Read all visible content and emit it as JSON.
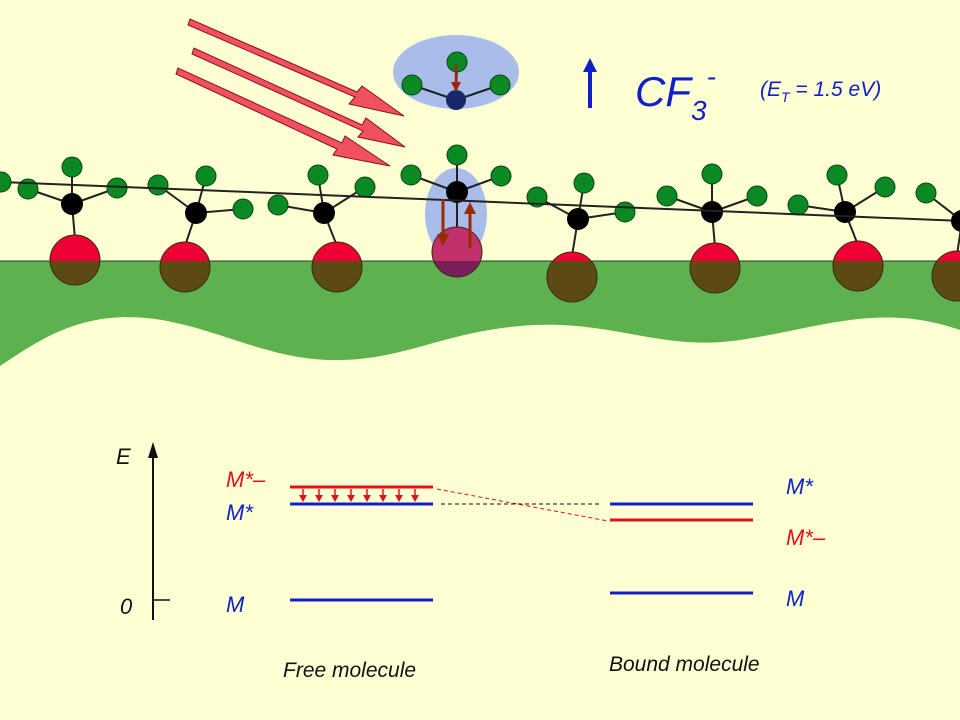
{
  "species": {
    "main": "CF",
    "sub": "3",
    "sup": "-"
  },
  "energy_note": {
    "prefix": "(E",
    "sub": "T",
    "suffix": " = 1.5 eV)"
  },
  "axis": {
    "label": "E",
    "zero": "0"
  },
  "free": {
    "caption": "Free molecule",
    "level_anion": "M*–",
    "level_excited": "M*",
    "level_ground": "M"
  },
  "bound": {
    "caption": "Bound molecule",
    "level_excited": "M*",
    "level_anion": "M*–",
    "level_ground": "M"
  },
  "colors": {
    "background": "#FFFFD4",
    "surface": "#5DB14F",
    "oxygen": "#EE0035",
    "oxygen_buried": "#5C4A14",
    "fluorine": "#0B8A24",
    "carbon": "#000000",
    "blue_level": "#1020C8",
    "red_level": "#E0101A",
    "arrow_dark": "#9A2A00",
    "halo": "#A9BDEA",
    "beam": "#F05060"
  }
}
